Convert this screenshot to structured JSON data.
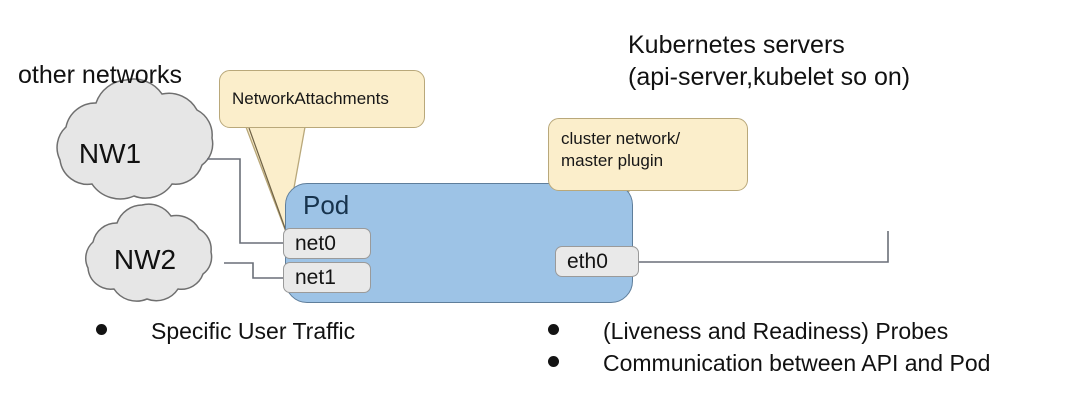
{
  "diagram": {
    "title_other_networks": "other networks",
    "title_kubernetes": "Kubernetes servers\n(api-server,kubelet so on)",
    "pod_label": "Pod",
    "colors": {
      "pod_fill": "#9dc3e6",
      "pod_stroke": "#5f7e9b",
      "callout_fill": "#fbeecb",
      "callout_stroke": "#b9a87a",
      "cloud_fill": "#e6e6e6",
      "cloud_stroke": "#6f6f6f",
      "iface_fill": "#e9e9e9",
      "iface_stroke": "#9a9a9a",
      "wire_stroke": "#6a6f78",
      "text": "#111111"
    },
    "clouds": [
      {
        "name": "NW1",
        "label": "NW1"
      },
      {
        "name": "NW2",
        "label": "NW2"
      }
    ],
    "interfaces": [
      {
        "name": "net0",
        "label": "net0"
      },
      {
        "name": "net1",
        "label": "net1"
      },
      {
        "name": "eth0",
        "label": "eth0"
      }
    ],
    "callouts": [
      {
        "name": "network-attachments",
        "label": "NetworkAttachments"
      },
      {
        "name": "cluster-network-master-plugin",
        "line1": "cluster network/",
        "line2": "master plugin"
      }
    ],
    "bullets_left": [
      "Specific User Traffic"
    ],
    "bullets_right": [
      "(Liveness and Readiness) Probes",
      "Communication between API and Pod"
    ]
  }
}
